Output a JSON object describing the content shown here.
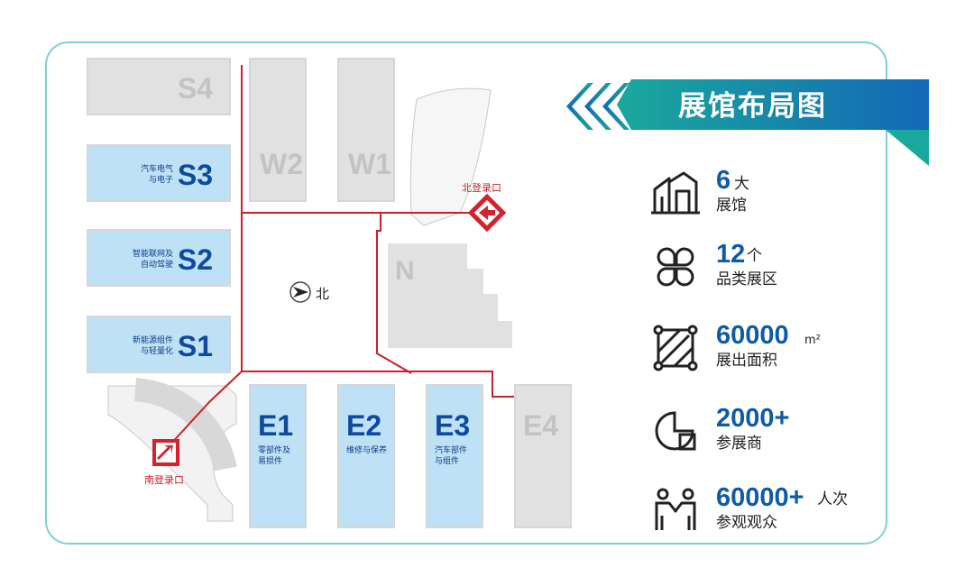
{
  "title": "展馆布局图",
  "halls": {
    "S4": {
      "code": "S4"
    },
    "S3": {
      "code": "S3",
      "category": [
        "汽车电气",
        "与电子"
      ]
    },
    "S2": {
      "code": "S2",
      "category": [
        "智能联网及",
        "自动驾驶"
      ]
    },
    "S1": {
      "code": "S1",
      "category": [
        "新能源组件",
        "与轻量化"
      ]
    },
    "W2": {
      "code": "W2"
    },
    "W1": {
      "code": "W1"
    },
    "N": {
      "code": "N"
    },
    "E1": {
      "code": "E1",
      "category": [
        "零部件及",
        "易损件"
      ]
    },
    "E2": {
      "code": "E2",
      "category": [
        "维修与保养"
      ]
    },
    "E3": {
      "code": "E3",
      "category": [
        "汽车部件",
        "与组件"
      ]
    },
    "E4": {
      "code": "E4"
    }
  },
  "entrances": {
    "north": "北登录口",
    "south": "南登录口"
  },
  "compass": {
    "label": "北"
  },
  "stats": [
    {
      "icon": "building-icon",
      "value": "6",
      "unit": "大",
      "label": "展馆"
    },
    {
      "icon": "clover-icon",
      "value": "12",
      "unit": "个",
      "label": "品类展区"
    },
    {
      "icon": "area-icon",
      "value": "60000",
      "unit": "m²",
      "label": "展出面积"
    },
    {
      "icon": "pie-chart-icon",
      "value": "2000+",
      "unit": "",
      "label": "参展商"
    },
    {
      "icon": "handshake-people-icon",
      "value": "60000+",
      "unit": "人次",
      "label": "参观观众"
    }
  ],
  "colors": {
    "hall_blue": "#bfe1f6",
    "hall_grey": "#e1e1e1",
    "hall_code_blue": "#0d4aa0",
    "route_red": "#cc1f2a",
    "accent_teal": "#1aa89c",
    "accent_blue": "#1368b7"
  }
}
